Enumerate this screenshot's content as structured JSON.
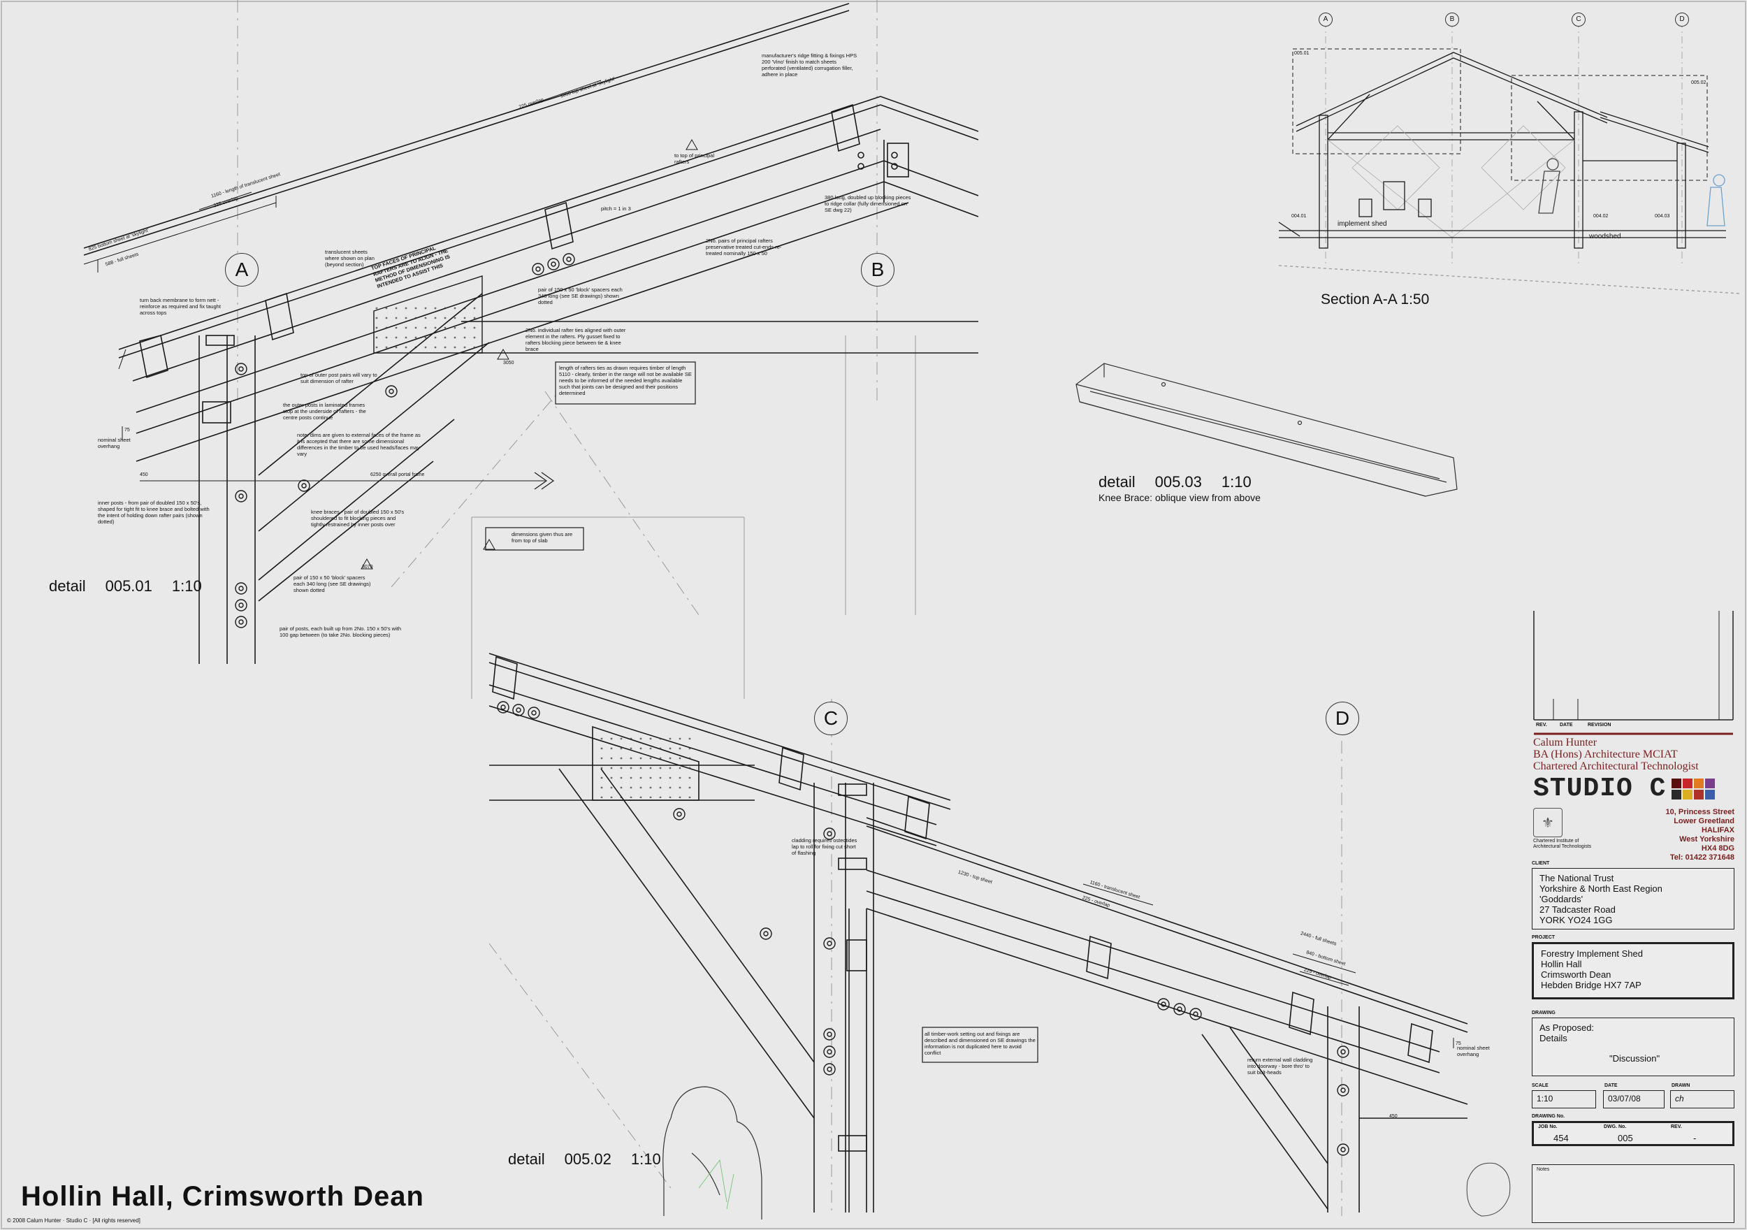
{
  "title": "Hollin Hall, Crimsworth Dean",
  "copyright": "© 2008 Calum Hunter · Studio C · [All rights reserved]",
  "details": {
    "d1": {
      "word": "detail",
      "number": "005.01",
      "scale": "1:10"
    },
    "d2": {
      "word": "detail",
      "number": "005.02",
      "scale": "1:10"
    },
    "d3": {
      "word": "detail",
      "number": "005.03",
      "scale": "1:10",
      "caption": "Knee Brace: oblique view from above"
    }
  },
  "section": {
    "label": "Section  A-A  1:50",
    "tag_left": "005.01",
    "tag_right": "005.02",
    "implement": "implement shed",
    "woodshed": "woodshed",
    "t1": "004.01",
    "t2": "004.02",
    "t3": "004.03"
  },
  "grids": {
    "a": "A",
    "b": "B",
    "c": "C",
    "d": "D"
  },
  "notes": {
    "n1": "manufacturer's ridge fitting & fixings HPS 200 'Vino' finish to match sheets perforated (ventilated) corrugation filler, adhere in place",
    "n2": "to top of principal rafters",
    "n3": "pitch = 1 in 3",
    "n4": "380 long, doubled up blocking pieces to ridge collar (fully dimensioned on SE dwg 22)",
    "n5": "2No. pairs of principal rafters preservative treated cut-ends re-treated nominally 150 x 50",
    "n6": "translucent sheets where shown on plan (beyond section)",
    "n7": "TOP FACES OF PRINCIPAL RAFTERS ARE TO ALIGN - THE METHOD OF DIMENSIONING IS INTENDED TO ASSIST THIS",
    "n8": "turn back membrane to form nett - reinforce as required and fix taught across tops",
    "n9": "pair of 150 x 50 'block' spacers each 340 long (see SE drawings) shown dotted",
    "n10": "2No. individual rafter ties aligned with outer element in the rafters. Ply gusset fixed to rafters blocking piece between tie & knee brace",
    "n11": "length of rafters ties as drawn requires timber of length 5110 - clearly, timber in the range will not be available SE needs to be informed of the needed lengths available such that joints can be designed and their positions determined",
    "n12": "top of outer post pairs will vary to suit dimension of rafter",
    "n13": "the outer posts in laminated frames stop at the underside of rafters - the centre posts continue",
    "n14": "note: dims are given to external faces of the frame as it is accepted that there are some dimensional differences in the timber to be used heads/faces may vary",
    "n15": "inner posts - from pair of doubled 150 x 50's, shaped for tight fit to knee brace and bolted with the intent of holding down rafter pairs (shown dotted)",
    "n16": "knee braces - pair of doubled 150 x 50's shouldered to fit blocking pieces and tightly restrained by inner posts over",
    "n17": "pair of 150 x 50 'block' spacers each 340 long (see SE drawings) shown dotted",
    "n18": "pair of posts, each built up from 2No. 150 x 50's with 100 gap between (to take 2No. blocking pieces)",
    "n19": "dimensions given thus are from top of slab",
    "n20": "nominal sheet overhang",
    "n21": "cladding requires osteotides lap to roll for fixing cut short of flashing",
    "n22": "all timber-work setting out and fixings are described and dimensioned on SE drawings the information is not duplicated here to avoid conflict",
    "n23": "return external wall cladding into doorway - bore thro' to suit bolt-heads",
    "n24": "nominal sheet overhang"
  },
  "dims": {
    "d_a": "1160 - length of translucent sheet",
    "d_b": "225 overlap",
    "d_c": "225 overlap",
    "d_d": "1860 top sheet at 'skylight'",
    "d_e": "825 bottom sheet at 'skylight'",
    "d_f": "588 - full sheets",
    "d_g": "6250 overall portal frame",
    "d_h": "450",
    "d_i": "3050",
    "d_j": "3070",
    "d_k": "1230 - top sheet",
    "d_l": "1160 - translucent sheet",
    "d_m": "225 - overlap",
    "d_n": "2440 - full sheets",
    "d_o": "840 - bottom sheet",
    "d_p": "225 - overlap",
    "d_q": "450",
    "d_r": "75",
    "d_s": "75"
  },
  "title_block": {
    "revision_caps": [
      "REV.",
      "DATE",
      "REVISION"
    ],
    "firm": {
      "name": "Calum Hunter",
      "quals": "BA (Hons) Architecture MCIAT",
      "role": "Chartered Architectural Technologist",
      "studio": "STUDIO C",
      "ciat": "Chartered Institute of Architectural Technologists"
    },
    "address": [
      "10, Princess Street",
      "Lower Greetland",
      "HALIFAX",
      "West Yorkshire",
      "HX4 8DG",
      "Tel:  01422 371648"
    ],
    "client": {
      "caption": "CLIENT",
      "lines": [
        "The National Trust",
        "Yorkshire & North East Region",
        "'Goddards'",
        "27 Tadcaster Road",
        "YORK YO24 1GG"
      ]
    },
    "project": {
      "caption": "PROJECT",
      "lines": [
        "Forestry Implement Shed",
        "Hollin Hall",
        "Crimsworth Dean",
        "Hebden Bridge HX7 7AP"
      ]
    },
    "drawing": {
      "caption": "DRAWING",
      "line1": "As Proposed:",
      "line2": "Details",
      "status": "\"Discussion\""
    },
    "scale": {
      "caption": "SCALE",
      "value": "1:10"
    },
    "date": {
      "caption": "DATE",
      "value": "03/07/08"
    },
    "drawn": {
      "caption": "DRAWN",
      "value": "ch"
    },
    "drawing_no": {
      "caption": "DRAWING No.",
      "job_cap": "JOB No.",
      "job": "454",
      "dwg_cap": "DWG. No.",
      "dwg": "005",
      "rev_cap": "REV.",
      "rev": "-"
    },
    "notes_caption": "Notes"
  },
  "colors": {
    "line": "#1a1a1a",
    "faint": "#8a8a8a",
    "firm": "#7a1e1e",
    "swatches": [
      "#5a0f0f",
      "#c8262a",
      "#e07b1f",
      "#7a3f8a",
      "#2a2a2a",
      "#d8b020",
      "#b0302a",
      "#3c5fa8"
    ]
  }
}
